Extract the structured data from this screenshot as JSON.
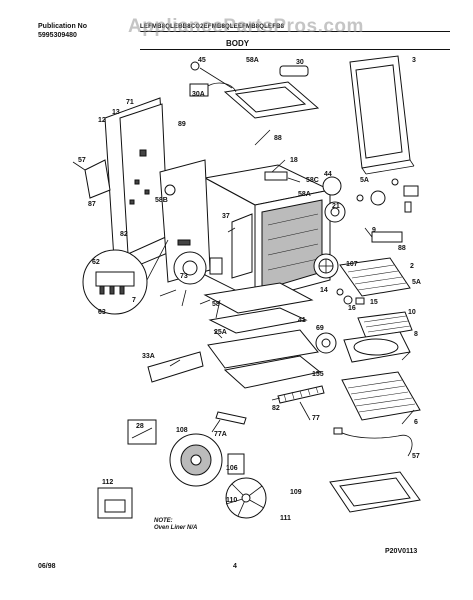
{
  "header": {
    "publication_label": "Publication No",
    "publication_number": "5995309480",
    "models_line": "LEFMB8QLEBB8CO2EFMB8QLEEFMB8QLEFB8",
    "section_title": "BODY"
  },
  "watermark": "AppliancePartsPros.com",
  "part_labels": [
    "45",
    "58A",
    "30",
    "3",
    "30A",
    "71",
    "13",
    "12",
    "57",
    "89",
    "88",
    "18",
    "58C",
    "44",
    "5A",
    "58B",
    "87",
    "37",
    "58A",
    "21",
    "82",
    "9",
    "62",
    "73",
    "107",
    "88",
    "2",
    "63",
    "14",
    "5A",
    "7",
    "58",
    "16",
    "15",
    "10",
    "25A",
    "41",
    "69",
    "8",
    "33A",
    "155",
    "82",
    "77",
    "6",
    "28",
    "108",
    "77A",
    "57",
    "106",
    "112",
    "109",
    "110",
    "111"
  ],
  "note": {
    "line1": "NOTE:",
    "line2": "Oven Liner N/A"
  },
  "figure_code": "P20V0113",
  "footer": {
    "date": "06/98",
    "page": "4"
  },
  "colors": {
    "ink": "#111111",
    "watermark": "#969696",
    "background": "#ffffff"
  }
}
